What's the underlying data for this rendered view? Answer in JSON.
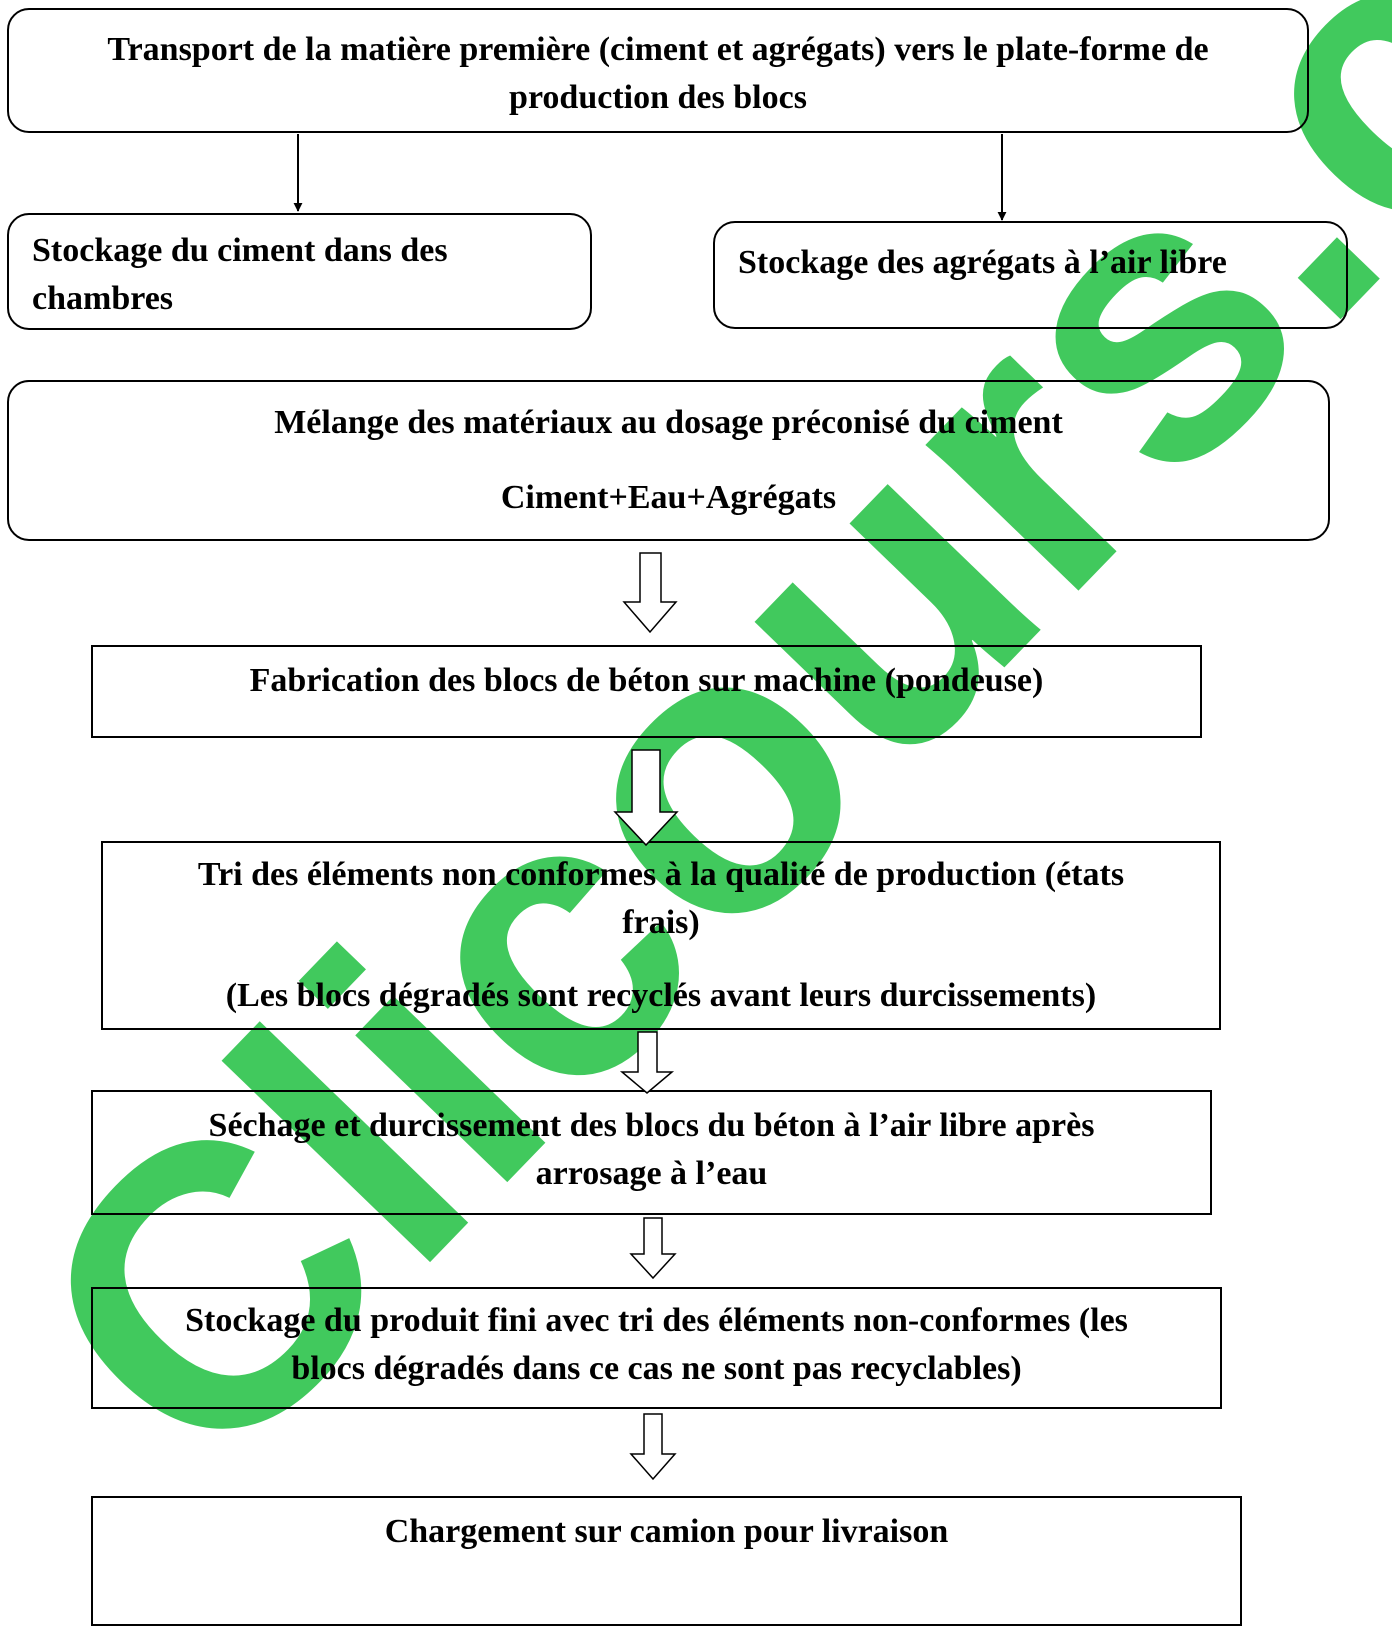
{
  "watermark": {
    "text": "Clicours.com",
    "color": "#2cc34b"
  },
  "steps": {
    "transport": {
      "line1": "Transport de la matière première (ciment et agrégats) vers le plate-forme de",
      "line2": "production des blocs"
    },
    "stock_ciment": {
      "line1": "Stockage du ciment dans des",
      "line2": "chambres"
    },
    "stock_agregats": {
      "line1": "Stockage des agrégats à l’air libre"
    },
    "melange": {
      "line1": "Mélange des matériaux au dosage préconisé du ciment",
      "line2": "Ciment+Eau+Agrégats"
    },
    "fabrication": {
      "line1": "Fabrication des blocs de béton sur machine (pondeuse)"
    },
    "tri": {
      "line1": "Tri des éléments non conformes à la qualité de production (états",
      "line2": "frais)",
      "line3": "(Les blocs dégradés sont recyclés avant leurs durcissements)"
    },
    "sechage": {
      "line1": "Séchage et durcissement des blocs du béton à l’air libre après",
      "line2": "arrosage à l’eau"
    },
    "stock_fini": {
      "line1": "Stockage du produit fini avec tri des éléments non-conformes (les",
      "line2": "blocs dégradés dans ce cas ne sont pas recyclables)"
    },
    "chargement": {
      "line1": "Chargement sur camion pour livraison"
    }
  }
}
